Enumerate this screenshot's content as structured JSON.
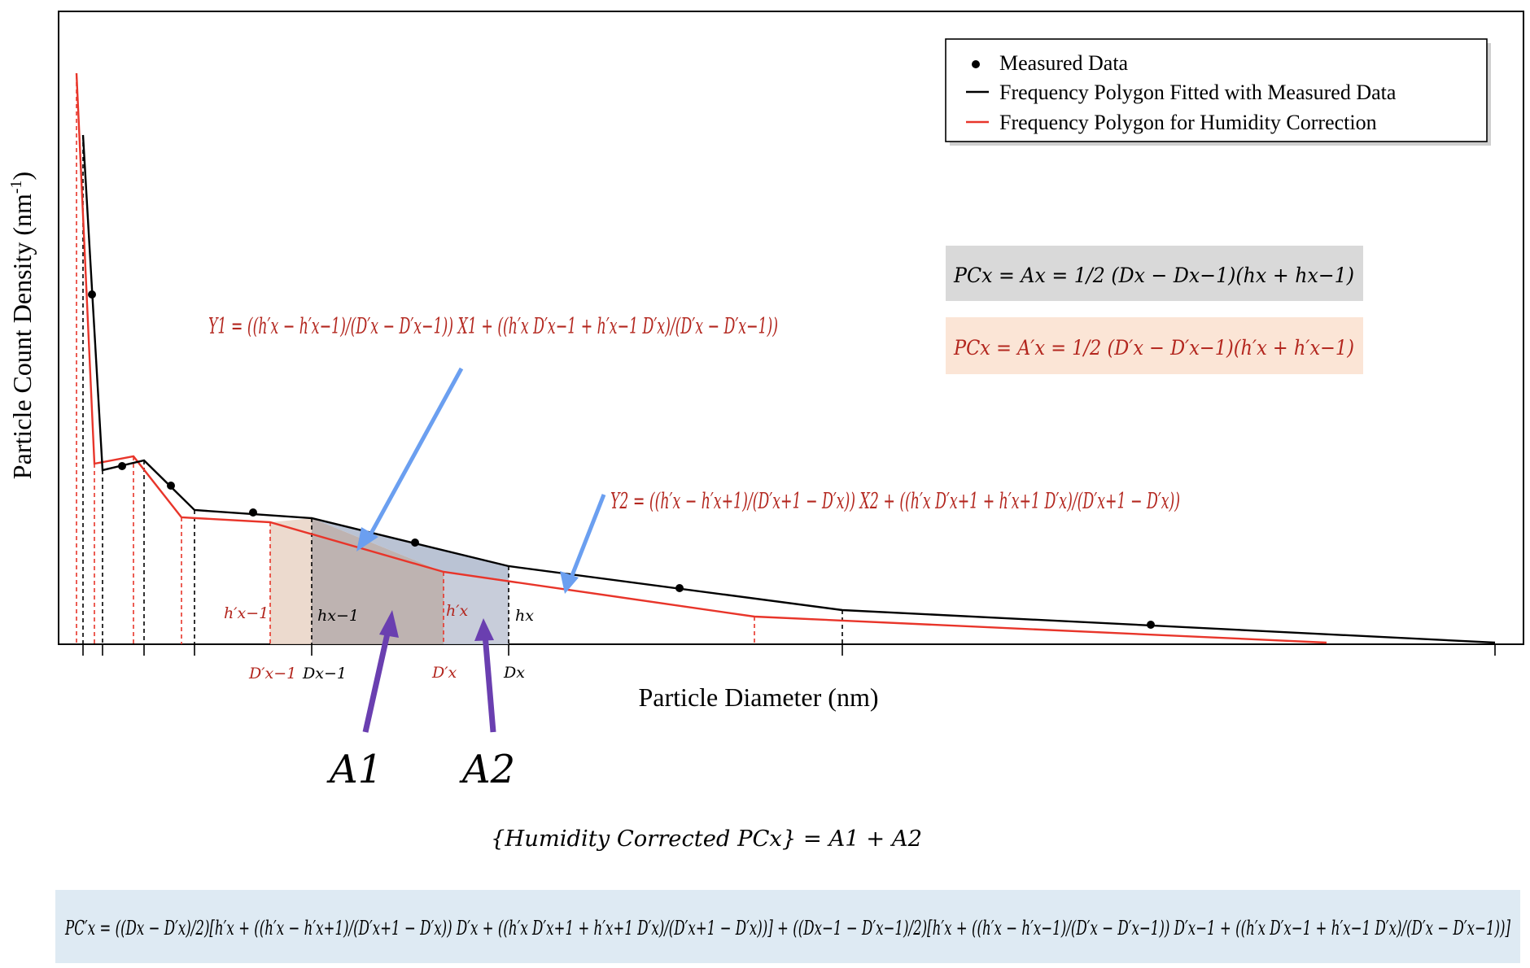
{
  "axes": {
    "xlabel": "Particle Diameter (nm)",
    "ylabel": "Particle Count Density (nm",
    "ylabel_sup": "-1",
    "ylabel_end": ")"
  },
  "legend": {
    "items": [
      {
        "label": "Measured Data",
        "marker": "dot",
        "color": "#000000"
      },
      {
        "label": "Frequency Polygon Fitted with Measured Data",
        "marker": "line",
        "color": "#000000"
      },
      {
        "label": "Frequency Polygon for Humidity Correction",
        "marker": "line",
        "color": "#e8352a"
      }
    ]
  },
  "colors": {
    "measured": "#000000",
    "corrected": "#e8352a",
    "formula_red": "#b3261e",
    "area_arrow": "#6a3fb0",
    "pointer_arrow": "#6b9ff0",
    "box_gray": "#d9d9d9",
    "box_peach": "#fbe5d6",
    "box_blue": "#deeaf3",
    "fill_peach": "#e9d3c6",
    "fill_brown": "#b7aba8",
    "fill_slate": "#c2c8d6"
  },
  "markers": {
    "h_prime_prev": "h′x−1",
    "h_prev": "hx−1",
    "h_prime": "h′x",
    "h": "hx",
    "d_prime_prev": "D′x−1",
    "d_prev": "Dx−1",
    "d_prime": "D′x",
    "d": "Dx"
  },
  "areas": {
    "a1": "A1",
    "a2": "A2"
  },
  "equations": {
    "y1": "Y1 = ((h′x − h′x−1)/(D′x − D′x−1)) X1 + ((h′x D′x−1 + h′x−1 D′x)/(D′x − D′x−1))",
    "y2": "Y2 = ((h′x − h′x+1)/(D′x+1 − D′x)) X2 + ((h′x D′x+1 + h′x+1 D′x)/(D′x+1 − D′x))",
    "pc": "PCx = Ax = 1/2 (Dx − Dx−1)(hx + hx−1)",
    "pc_prime": "PCx = A′x = 1/2 (D′x − D′x−1)(h′x + h′x−1)",
    "humidity": "{Humidity Corrected PCx} = A1 + A2",
    "humidity_word": "Humidity Corrected",
    "final": "PC′x = ((Dx − D′x)/2)[h′x + ((h′x − h′x+1)/(D′x+1 − D′x)) D′x + ((h′x D′x+1 + h′x+1 D′x)/(D′x+1 − D′x))] + ((Dx−1 − D′x−1)/2)[h′x + ((h′x − h′x−1)/(D′x − D′x−1)) D′x−1 + ((h′x D′x−1 + h′x−1 D′x)/(D′x − D′x−1))]"
  }
}
